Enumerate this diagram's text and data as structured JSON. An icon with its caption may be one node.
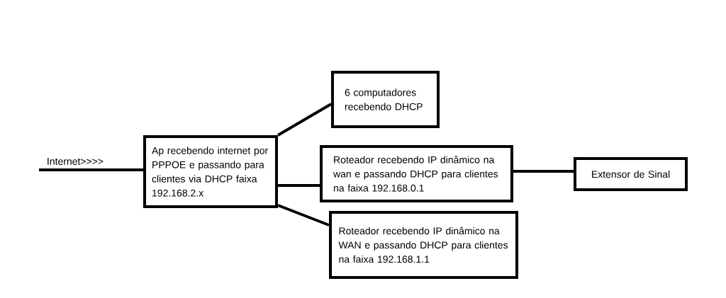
{
  "diagram": {
    "nodes": [
      {
        "text": [
          "Ap recebendo internet por PPPOE e passando para clientes via DHCP faixa 192.168.2.x"
        ]
      },
      {
        "text": [
          "6 computadores recebendo DHCP"
        ]
      },
      {
        "text": [
          "Roteador recebendo IP dinâmico na wan e passando DHCP para clientes na faixa 192.168.0.1"
        ]
      },
      {
        "text": [
          "Extensor de Sinal"
        ]
      },
      {
        "text": [
          "Roteador recebendo IP dinâmico na WAN e passando DHCP para clientes na faixa 192.168.1.1"
        ]
      }
    ],
    "edges": [
      {
        "from": null,
        "to": 0,
        "arrow": "none",
        "label": "Internet>>>>"
      },
      {
        "from": 0,
        "to": 1,
        "arrow": "none"
      },
      {
        "from": 0,
        "to": 2,
        "arrow": "none"
      },
      {
        "from": 0,
        "to": 4,
        "arrow": "none"
      },
      {
        "from": 2,
        "to": 3,
        "arrow": "none"
      }
    ]
  }
}
